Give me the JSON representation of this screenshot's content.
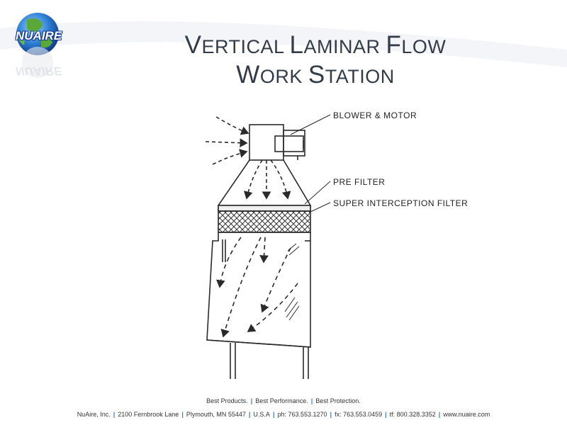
{
  "logo": {
    "text": "NUAIRE"
  },
  "title": {
    "line1": [
      {
        "first": "V",
        "rest": "ERTICAL"
      },
      {
        "first": "L",
        "rest": "AMINAR"
      },
      {
        "first": "F",
        "rest": "LOW"
      }
    ],
    "line2": [
      {
        "first": "W",
        "rest": "ORK"
      },
      {
        "first": "S",
        "rest": "TATION"
      }
    ]
  },
  "diagram": {
    "labels": {
      "blower": "BLOWER & MOTOR",
      "prefilter": "PRE FILTER",
      "super_filter": "SUPER INTERCEPTION FILTER"
    }
  },
  "footer": {
    "tagline": [
      "Best Products.",
      "Best Performance.",
      "Best Protection."
    ],
    "contact": [
      "NuAire, Inc.",
      "2100 Fernbrook Lane",
      "Plymouth, MN 55447",
      "U.S.A",
      "ph: 763.553.1270",
      "fx: 763.553.0459",
      "tf: 800.328.3352",
      "www.nuaire.com"
    ]
  },
  "colors": {
    "title": "#333b48",
    "accent": "#3d7bc6",
    "swoosh": "#eef1f4"
  }
}
